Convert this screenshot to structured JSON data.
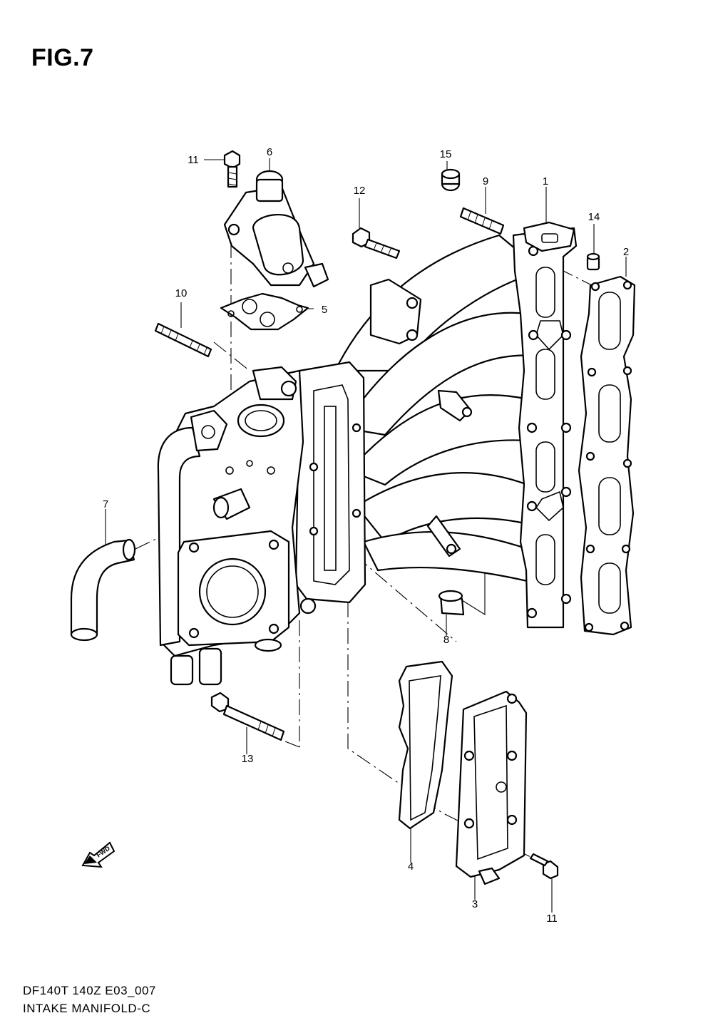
{
  "figure": {
    "title": "FIG.7",
    "footer_code": "DF140T 140Z E03_007",
    "footer_name": "INTAKE MANIFOLD-C"
  },
  "callouts": {
    "c1": "1",
    "c2": "2",
    "c3": "3",
    "c4": "4",
    "c5": "5",
    "c6": "6",
    "c7": "7",
    "c8": "8",
    "c9": "9",
    "c10": "10",
    "c11_top": "11",
    "c11_bottom": "11",
    "c12": "12",
    "c13": "13",
    "c14": "14",
    "c15": "15"
  },
  "fwd_label": "FWD"
}
